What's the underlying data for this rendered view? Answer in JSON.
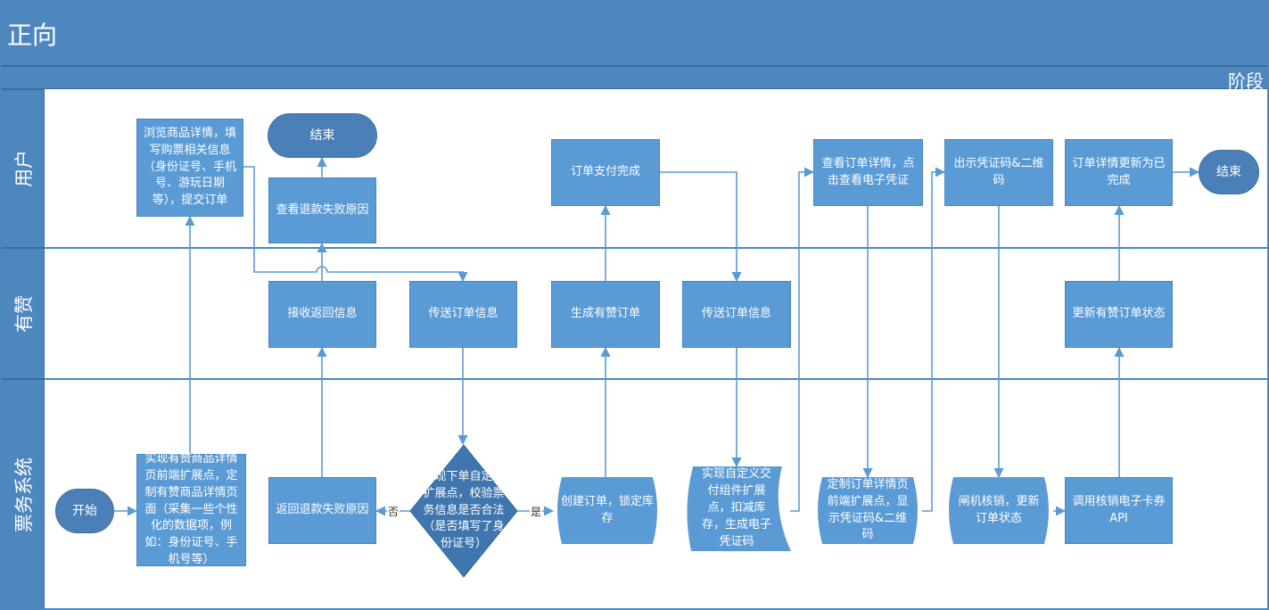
{
  "title": "正向",
  "phase_label": "阶段",
  "lanes": {
    "user": "用户",
    "youzan": "有赞",
    "ticket": "票务系统"
  },
  "nodes": {
    "start": "开始",
    "ticket_detail_ext": "实现有赞商品详情页前端扩展点，定制有赞商品详情页面（采集一些个性化的数据项，例如：身份证号、手机号等）",
    "user_browse": "浏览商品详情，填写购票相关信息（身份证号、手机号、游玩日期等），提交订单",
    "youzan_send_order1": "传送订单信息",
    "ticket_validate": "实现下单自定义扩展点，校验票务信息是否合法（是否填写了身份证号）",
    "ticket_return_fail": "返回退款失败原因",
    "youzan_receive": "接收返回信息",
    "user_view_fail": "查看退款失败原因",
    "end1": "结束",
    "ticket_create": "创建订单，锁定库存",
    "youzan_gen_order": "生成有赞订单",
    "user_pay_done": "订单支付完成",
    "youzan_send_order2": "传送订单信息",
    "ticket_delivery_ext": "实现自定义交付组件扩展点，扣减库存，生成电子凭证码",
    "user_view_detail": "查看订单详情，点击查看电子凭证",
    "ticket_detail_page_ext": "定制订单详情页前端扩展点，显示凭证码&二维码",
    "user_show_code": "出示凭证码&二维码",
    "ticket_gate": "闸机核销，更新订单状态",
    "ticket_api": "调用核销电子卡券API",
    "youzan_update": "更新有赞订单状态",
    "user_order_done": "订单详情更新为已完成",
    "end2": "结束"
  },
  "edge_labels": {
    "yes": "是",
    "no": "否"
  },
  "colors": {
    "header": "#4e87be",
    "node": "#5b9bd5",
    "terminal": "#4a7fb8",
    "decision": "#3f76ad",
    "edge": "#5b9bd5"
  }
}
